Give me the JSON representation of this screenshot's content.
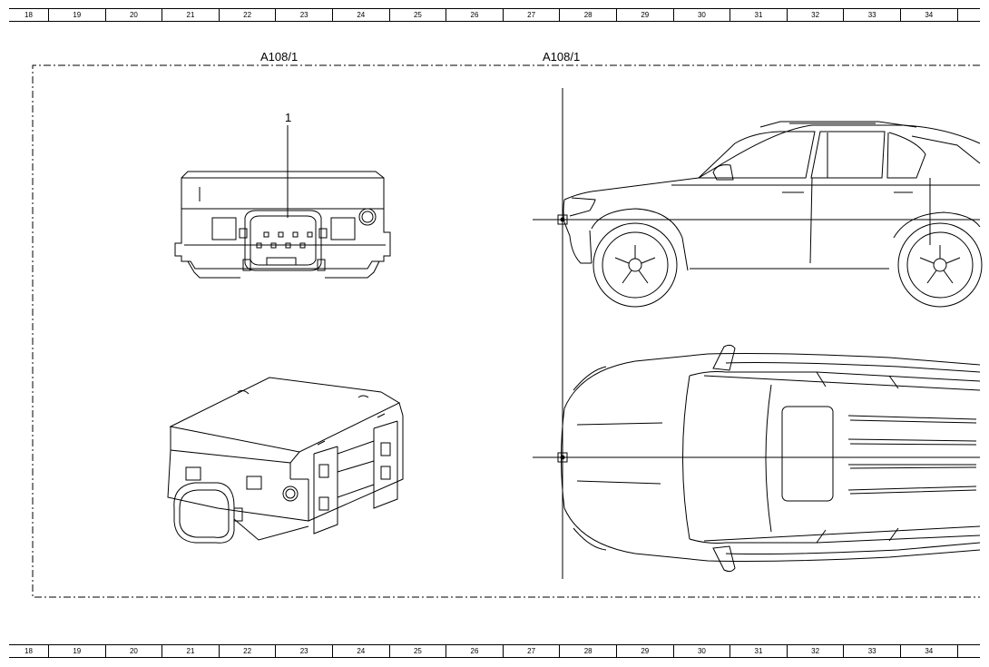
{
  "ruler": {
    "columns": [
      "18",
      "19",
      "20",
      "21",
      "22",
      "23",
      "24",
      "25",
      "26",
      "27",
      "28",
      "29",
      "30",
      "31",
      "32",
      "33",
      "34"
    ]
  },
  "labels": {
    "component_left": "A108/1",
    "component_right": "A108/1",
    "callout_1": "1"
  }
}
